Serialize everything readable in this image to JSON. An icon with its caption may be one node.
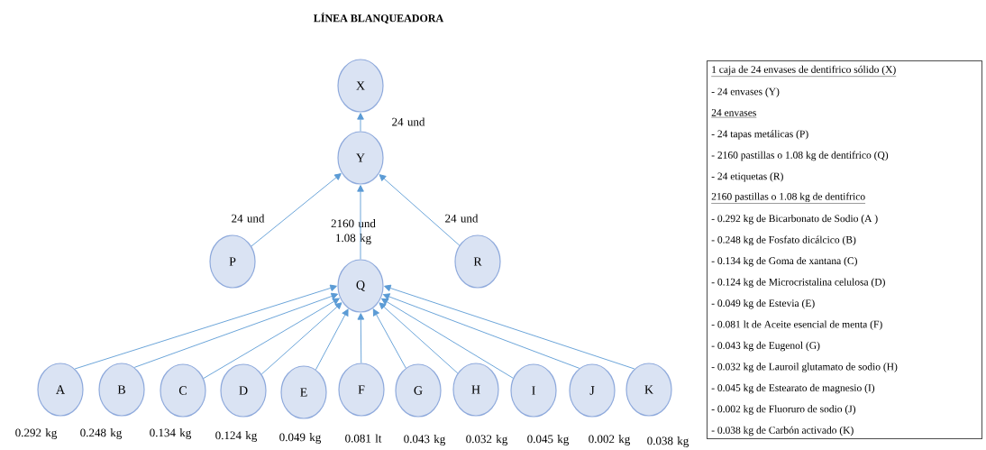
{
  "diagram": {
    "title": "LÍNEA BLANQUEADORA",
    "nodes": [
      {
        "text": [
          "X"
        ]
      },
      {
        "text": [
          "Y"
        ],
        "beside": [
          "24 und"
        ]
      },
      {
        "text": [
          "P"
        ],
        "beside": [
          "24 und"
        ]
      },
      {
        "text": [
          "Q"
        ],
        "beside": [
          "2160 und 1.08 kg"
        ]
      },
      {
        "text": [
          "R"
        ],
        "beside": [
          "24 und"
        ]
      },
      {
        "text": [
          "A"
        ],
        "beside": [
          "0.292 kg"
        ]
      },
      {
        "text": [
          "B"
        ],
        "beside": [
          "0.248 kg"
        ]
      },
      {
        "text": [
          "C"
        ],
        "beside": [
          "0.134 kg"
        ]
      },
      {
        "text": [
          "D"
        ],
        "beside": [
          "0.124 kg"
        ]
      },
      {
        "text": [
          "E"
        ],
        "beside": [
          "0.049 kg"
        ]
      },
      {
        "text": [
          "F"
        ],
        "beside": [
          "0.081 lt"
        ]
      },
      {
        "text": [
          "G"
        ],
        "beside": [
          "0.043 kg"
        ]
      },
      {
        "text": [
          "H"
        ],
        "beside": [
          "0.032 kg"
        ]
      },
      {
        "text": [
          "I"
        ],
        "beside": [
          "0.045 kg"
        ]
      },
      {
        "text": [
          "J"
        ],
        "beside": [
          "0.002 kg"
        ]
      },
      {
        "text": [
          "K"
        ],
        "beside": [
          "0.038 kg"
        ]
      },
      {
        "text": [
          "1 caja de 24 envases de dentifrico sólido (X)",
          "- 24 envases (Y)",
          "24 envases",
          "- 24 tapas metálicas (P)",
          "- 2160 pastillas o 1.08 kg de dentifrico (Q)",
          "- 24 etiquetas (R)",
          "2160 pastillas o 1.08 kg de dentifrico",
          "- 0.292 kg de Bicarbonato de Sodio (A )",
          "- 0.248 kg de Fosfato dicálcico (B)",
          "- 0.134 kg de Goma de xantana (C)",
          "- 0.124 kg de Microcristalina celulosa (D)",
          "- 0.049 kg de Estevia (E)",
          "- 0.081 lt de Aceite esencial de menta (F)",
          "- 0.043 kg de Eugenol (G)",
          "- 0.032 kg de Lauroil glutamato de sodio (H)",
          "- 0.045 kg de Estearato de magnesio (I)",
          "- 0.002 kg de Fluoruro de sodio (J)",
          "- 0.038 kg de Carbón activado (K)"
        ]
      }
    ],
    "edges": [
      {
        "from": 1,
        "to": 0,
        "arrow": "to"
      },
      {
        "from": 2,
        "to": 1,
        "arrow": "to"
      },
      {
        "from": 3,
        "to": 1,
        "arrow": "to"
      },
      {
        "from": 4,
        "to": 1,
        "arrow": "to"
      },
      {
        "from": 5,
        "to": 3,
        "arrow": "to"
      },
      {
        "from": 6,
        "to": 3,
        "arrow": "to"
      },
      {
        "from": 7,
        "to": 3,
        "arrow": "to"
      },
      {
        "from": 8,
        "to": 3,
        "arrow": "to"
      },
      {
        "from": 9,
        "to": 3,
        "arrow": "to"
      },
      {
        "from": 10,
        "to": 3,
        "arrow": "to"
      },
      {
        "from": 11,
        "to": 3,
        "arrow": "to"
      },
      {
        "from": 12,
        "to": 3,
        "arrow": "to"
      },
      {
        "from": 13,
        "to": 3,
        "arrow": "to"
      },
      {
        "from": 14,
        "to": 3,
        "arrow": "to"
      },
      {
        "from": 15,
        "to": 3,
        "arrow": "to"
      }
    ]
  }
}
